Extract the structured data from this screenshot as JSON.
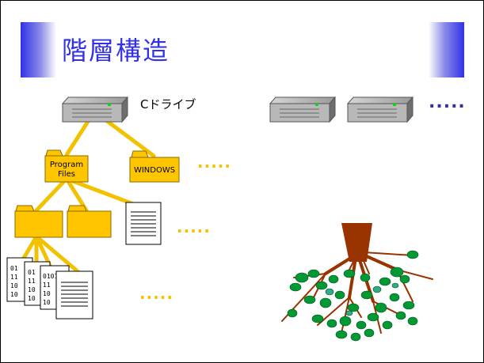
{
  "slide": {
    "title": "階層構造",
    "drive_label": "Cドライブ",
    "drive_ellipsis": ".....",
    "folder_ellipsis": ".....",
    "file_ellipsis": ".....",
    "data_ellipsis": "....."
  },
  "folders": {
    "program_files_line1": "Program",
    "program_files_line2": "Files",
    "windows": "WINDOWS"
  },
  "binary_doc": {
    "front_lines": [
      "01",
      "11",
      "10",
      "10"
    ],
    "second_lines": [
      "01",
      "11",
      "10",
      "10"
    ],
    "third_lines": [
      "0101",
      "11",
      "10",
      "10"
    ]
  },
  "colors": {
    "title_text": "#3131e8",
    "title_gradient": "#3131e8",
    "connector": "#f2c200",
    "folder_fill": "#ffc600",
    "trunk": "#993300",
    "leaf": "#009933"
  }
}
